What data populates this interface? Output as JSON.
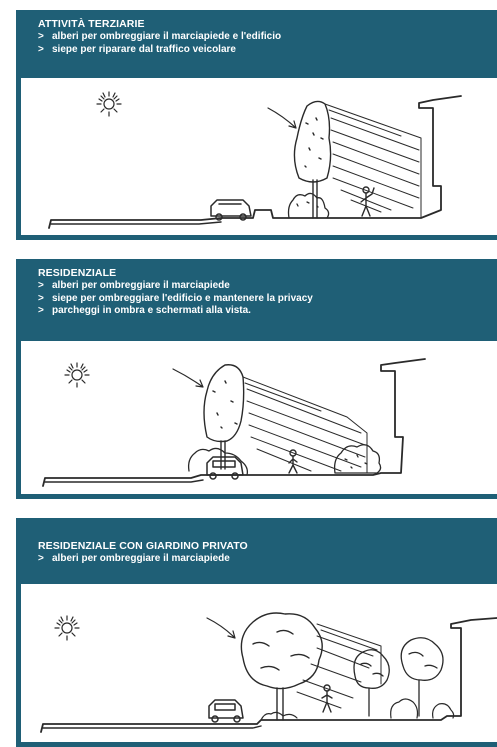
{
  "panels": [
    {
      "title": "ATTIVITÀ TERZIARIE",
      "bullets": [
        "alberi per ombreggiare il marciapiede e l'edificio",
        "siepe per riparare dal traffico veicolare"
      ]
    },
    {
      "title": "RESIDENZIALE",
      "bullets": [
        "alberi per ombreggiare il marciapiede",
        "siepe per ombreggiare l'edificio e mantenere la privacy",
        "parcheggi in ombra e schermati alla vista."
      ]
    },
    {
      "title": "RESIDENZIALE CON GIARDINO PRIVATO",
      "bullets": [
        "alberi per ombreggiare il marciapiede"
      ]
    }
  ],
  "bullet_marker": ">",
  "colors": {
    "panel": "#1f5f76",
    "ink": "#2a2a2a",
    "sketch_bg": "#ffffff"
  }
}
